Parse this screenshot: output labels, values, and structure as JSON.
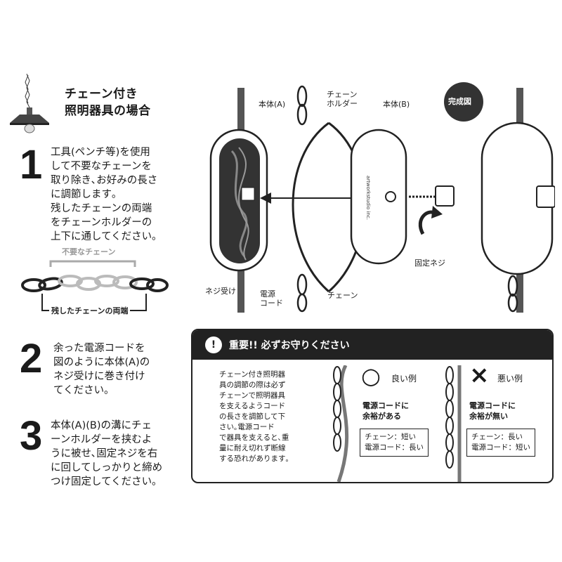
{
  "title": {
    "line1": "チェーン付き",
    "line2": "照明器具の場合"
  },
  "steps": [
    {
      "num": "1",
      "lines": [
        "工具(ペンチ等)を使用",
        "して不要なチェーンを",
        "取り除き､お好みの長さ",
        "に調節します｡",
        "残したチェーンの両端",
        "をチェーンホルダーの",
        "上下に通してください｡"
      ]
    },
    {
      "num": "2",
      "lines": [
        "余った電源コードを",
        "図のように本体(A)の",
        "ネジ受けに巻き付け",
        "てください｡"
      ]
    },
    {
      "num": "3",
      "lines": [
        "本体(A)(B)の溝にチェ",
        "ーンホルダーを挟むよ",
        "うに被せ､固定ネジを右",
        "に回してしっかりと締め",
        "つけ固定してください｡"
      ]
    }
  ],
  "chain_figure": {
    "unneeded": "不要なチェーン",
    "remaining": "残したチェーンの両端"
  },
  "diagram": {
    "body_a": "本体(A)",
    "chain_holder": [
      "チェーン",
      "ホルダー"
    ],
    "body_b": "本体(B)",
    "completed": "完成図",
    "screw_receiver": "ネジ受け",
    "power_cord": [
      "電源",
      "コード"
    ],
    "chain": "チェーン",
    "fixing_screw": "固定ネジ",
    "brand": "artworkstudio inc."
  },
  "important": {
    "header": "重要!! 必ずお守りください",
    "icon": "!",
    "body_lines": [
      "チェーン付き照明器",
      "具の調節の際は必ず",
      "チェーンで照明器具",
      "を支えるようコード",
      "の長さを調節して下",
      "さい｡電源コード",
      "で器具を支えると､重",
      "量に耐え切れず断線",
      "する恐れがあります｡"
    ],
    "good": {
      "symbol": "○",
      "label": "良い例",
      "caption": [
        "電源コードに",
        "余裕がある"
      ],
      "note": [
        "チェーン：短い",
        "電源コード：長い"
      ]
    },
    "bad": {
      "symbol": "×",
      "label": "悪い例",
      "caption": [
        "電源コードに",
        "余裕が無い"
      ],
      "note": [
        "チェーン：長い",
        "電源コード：短い"
      ]
    }
  }
}
